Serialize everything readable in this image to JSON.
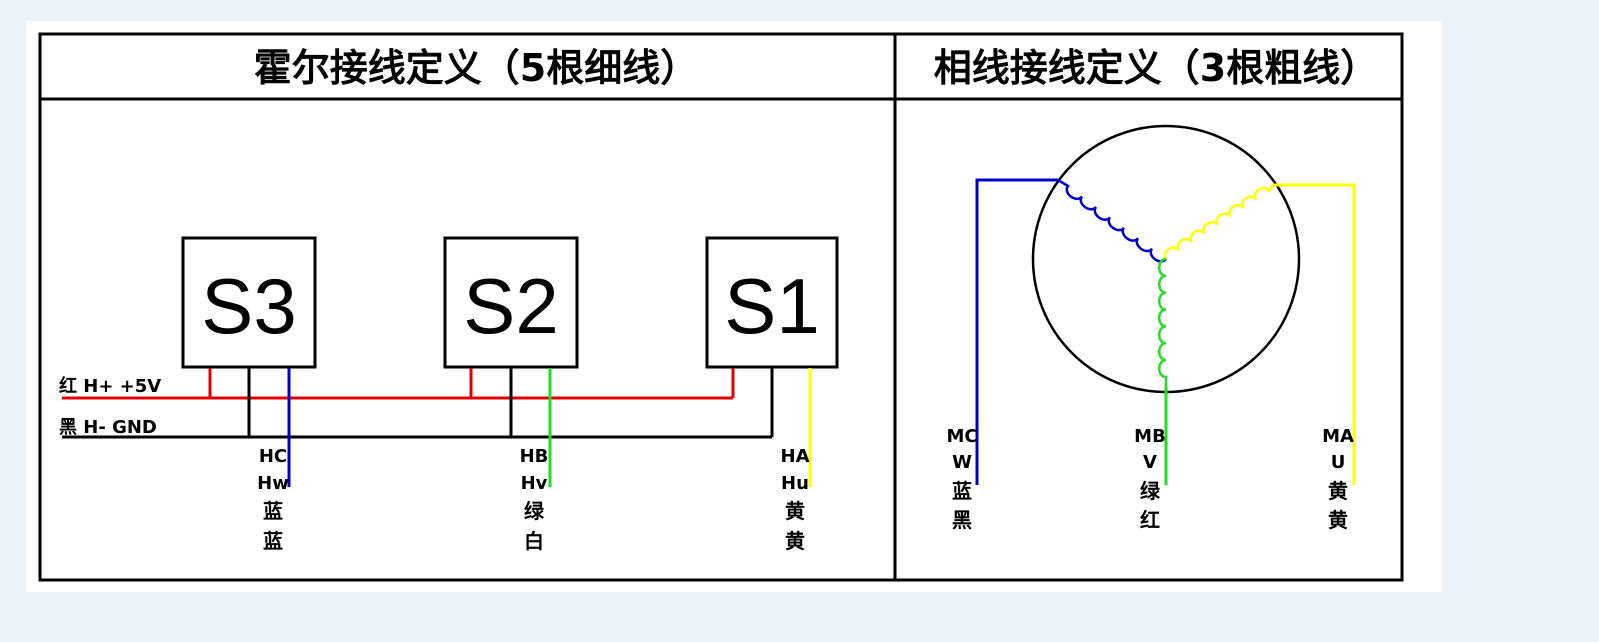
{
  "hall_panel": {
    "title": "霍尔接线定义（5根细线）",
    "power_label": "红 H+ +5V",
    "ground_label": "黑 H- GND",
    "sensors": [
      {
        "name": "S3",
        "signal": "HC",
        "alias": "Hw",
        "color_cn_1": "蓝",
        "color_cn_2": "蓝",
        "wire_color": "#0000cc"
      },
      {
        "name": "S2",
        "signal": "HB",
        "alias": "Hv",
        "color_cn_1": "绿",
        "color_cn_2": "白",
        "wire_color": "#22dd22"
      },
      {
        "name": "S1",
        "signal": "HA",
        "alias": "Hu",
        "color_cn_1": "黄",
        "color_cn_2": "黄",
        "wire_color": "#ffff00"
      }
    ],
    "power_wire_color": "#e00000",
    "ground_wire_color": "#000000"
  },
  "phase_panel": {
    "title": "相线接线定义（3根粗线）",
    "phases": [
      {
        "signal": "MC",
        "alias": "W",
        "color_cn_1": "蓝",
        "color_cn_2": "黑",
        "wire_color": "#0000cc"
      },
      {
        "signal": "MB",
        "alias": "V",
        "color_cn_1": "绿",
        "color_cn_2": "红",
        "wire_color": "#22dd22"
      },
      {
        "signal": "MA",
        "alias": "U",
        "color_cn_1": "黄",
        "color_cn_2": "黄",
        "wire_color": "#ffff00"
      }
    ]
  }
}
